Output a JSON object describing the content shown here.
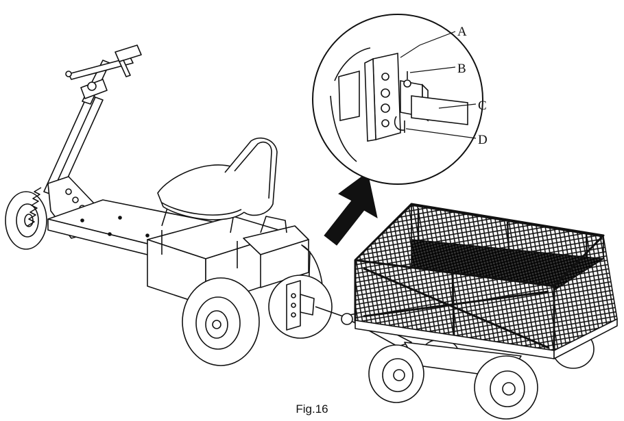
{
  "figure": {
    "caption": "Fig.16",
    "callouts": {
      "a": "A",
      "b": "B",
      "c": "C",
      "d": "D"
    }
  }
}
